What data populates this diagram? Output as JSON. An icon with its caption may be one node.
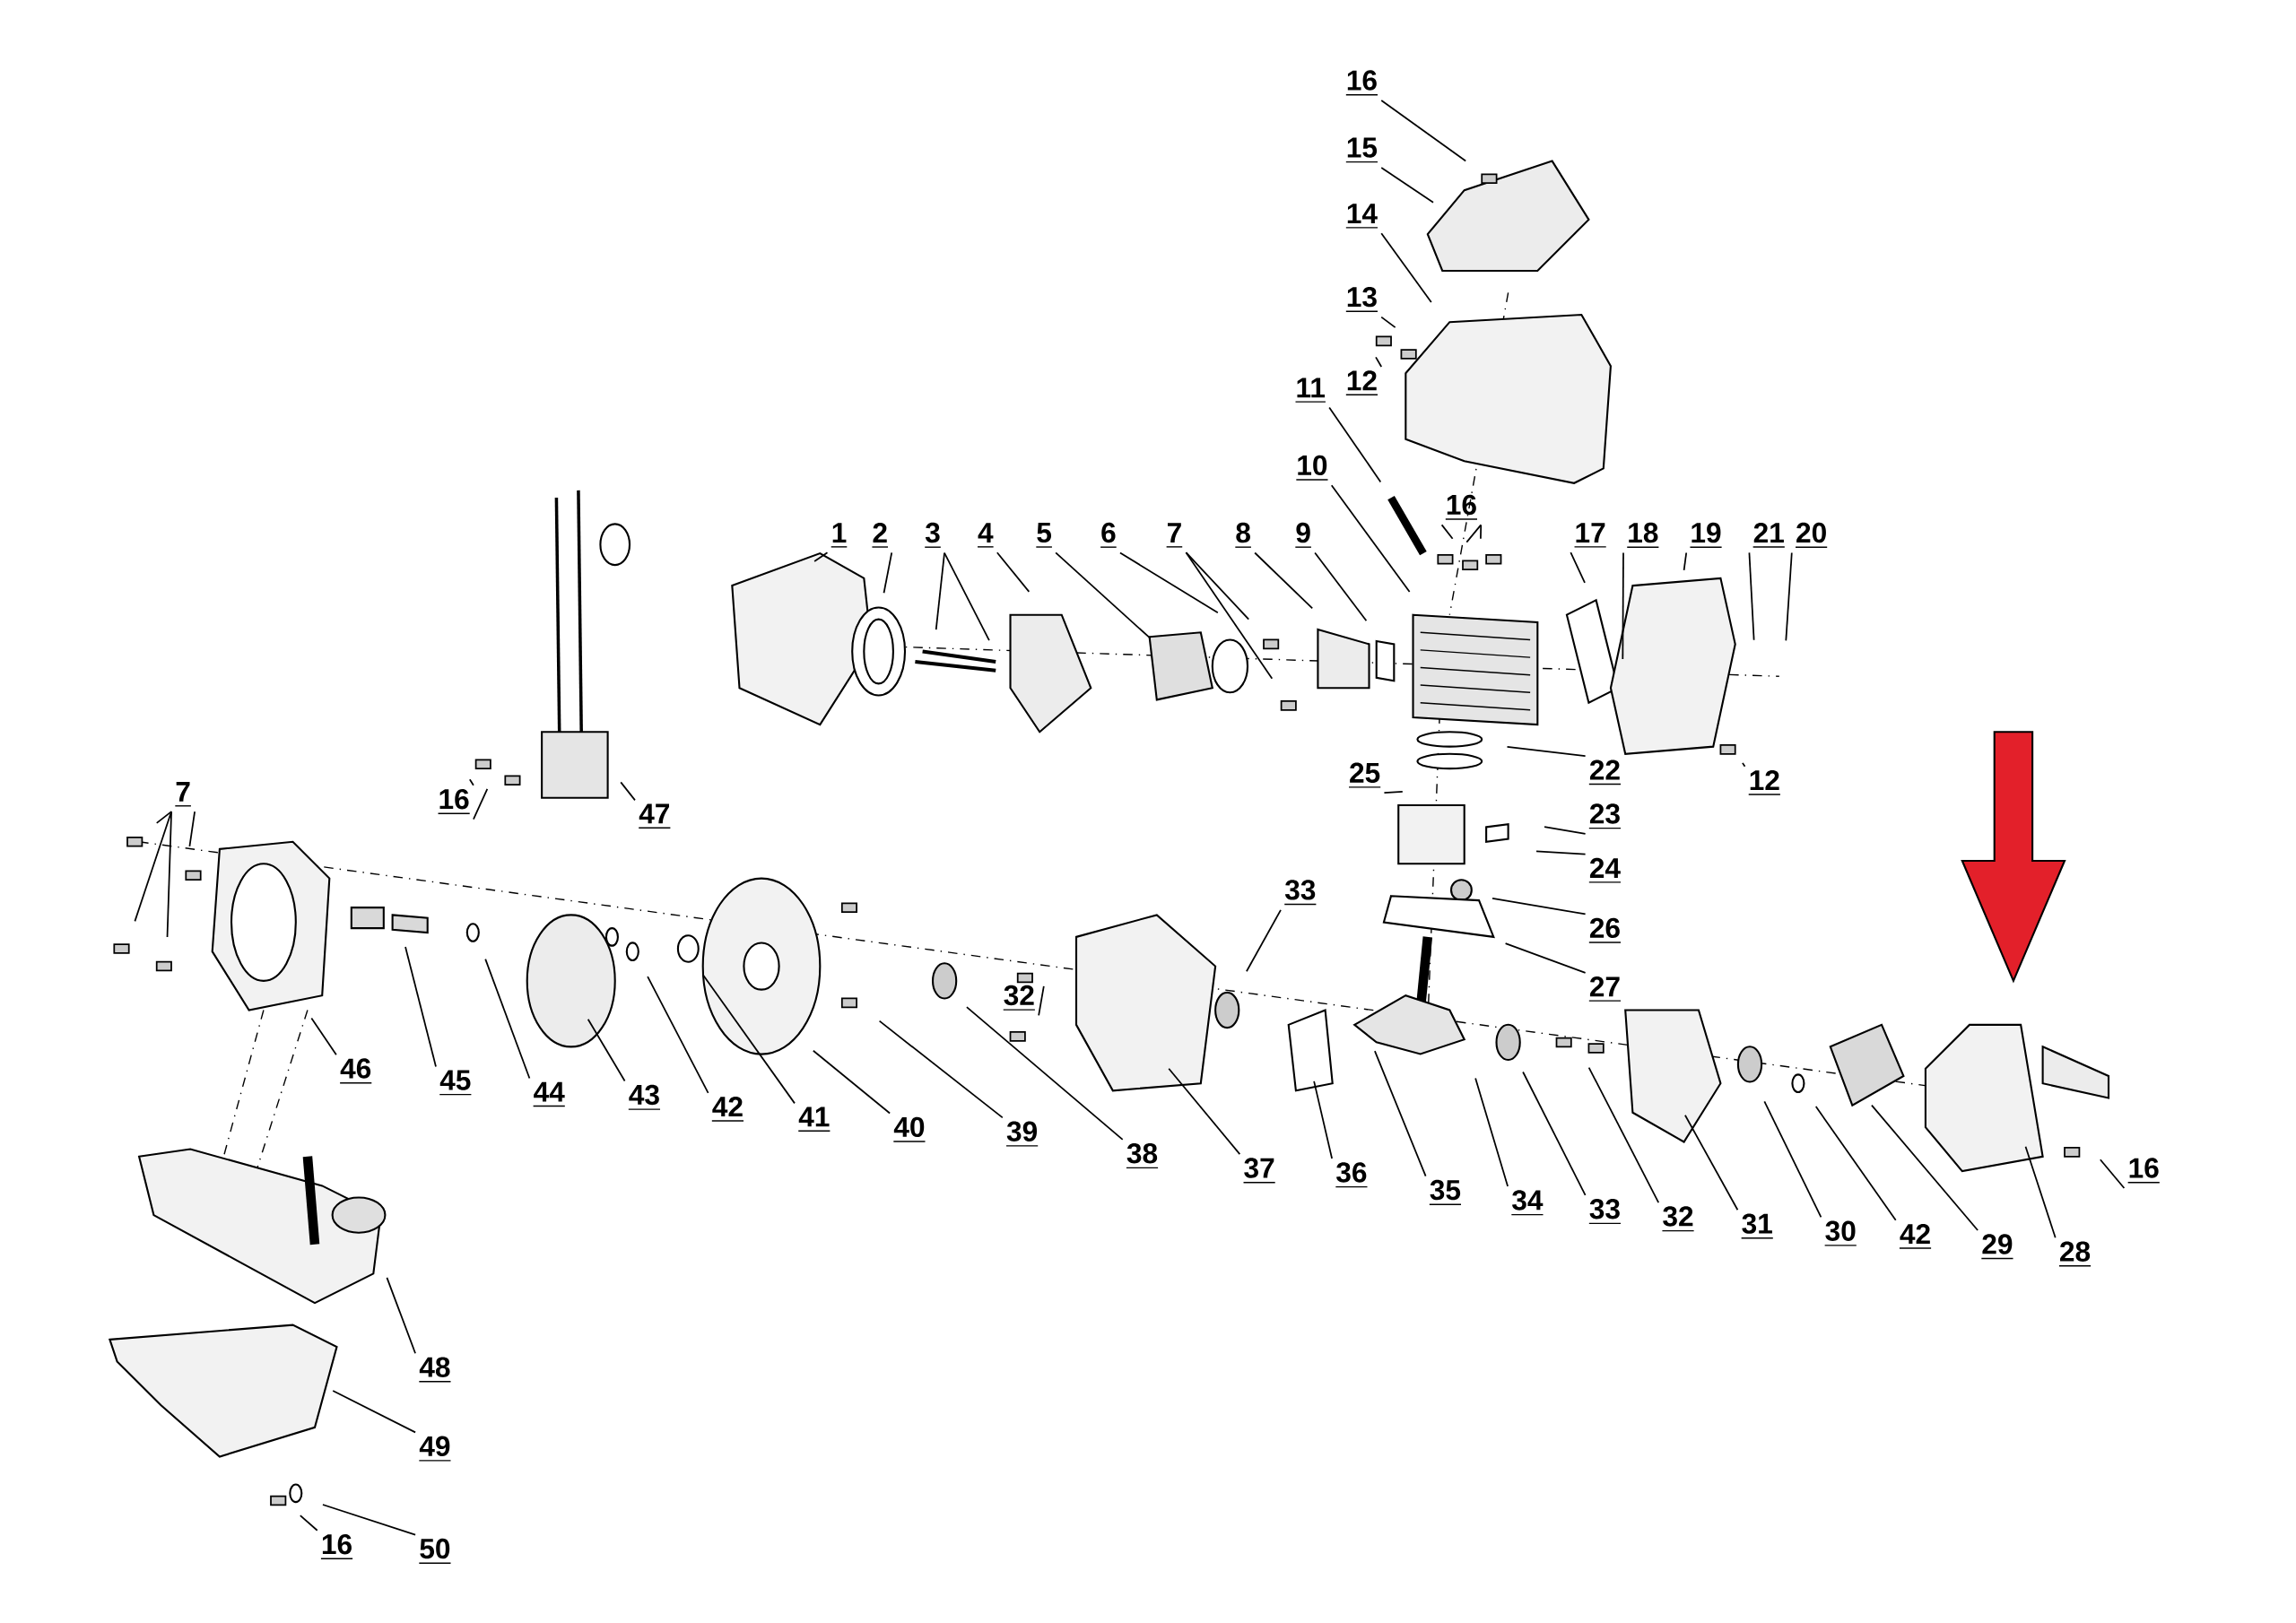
{
  "diagram": {
    "nodes": [
      {
        "text": [
          "16"
        ]
      },
      {
        "text": [
          "15"
        ]
      },
      {
        "text": [
          "14"
        ]
      },
      {
        "text": [
          "13"
        ]
      },
      {
        "text": [
          "12"
        ]
      },
      {
        "text": [
          "11"
        ]
      },
      {
        "text": [
          "10"
        ]
      },
      {
        "text": [
          "16"
        ]
      },
      {
        "text": [
          "1"
        ]
      },
      {
        "text": [
          "2"
        ]
      },
      {
        "text": [
          "3"
        ]
      },
      {
        "text": [
          "4"
        ]
      },
      {
        "text": [
          "5"
        ]
      },
      {
        "text": [
          "6"
        ]
      },
      {
        "text": [
          "7"
        ]
      },
      {
        "text": [
          "8"
        ]
      },
      {
        "text": [
          "9"
        ]
      },
      {
        "text": [
          "17"
        ]
      },
      {
        "text": [
          "18"
        ]
      },
      {
        "text": [
          "19"
        ]
      },
      {
        "text": [
          "21"
        ]
      },
      {
        "text": [
          "20"
        ]
      },
      {
        "text": [
          "22"
        ]
      },
      {
        "text": [
          "25"
        ]
      },
      {
        "text": [
          "12"
        ]
      },
      {
        "text": [
          "7"
        ]
      },
      {
        "text": [
          "16"
        ]
      },
      {
        "text": [
          "47"
        ]
      },
      {
        "text": [
          "23"
        ]
      },
      {
        "text": [
          "24"
        ]
      },
      {
        "text": [
          "33"
        ]
      },
      {
        "text": [
          "26"
        ]
      },
      {
        "text": [
          "27"
        ]
      },
      {
        "text": [
          "32"
        ]
      },
      {
        "text": [
          "46"
        ]
      },
      {
        "text": [
          "45"
        ]
      },
      {
        "text": [
          "44"
        ]
      },
      {
        "text": [
          "43"
        ]
      },
      {
        "text": [
          "42"
        ]
      },
      {
        "text": [
          "41"
        ]
      },
      {
        "text": [
          "40"
        ]
      },
      {
        "text": [
          "39"
        ]
      },
      {
        "text": [
          "38"
        ]
      },
      {
        "text": [
          "16"
        ]
      },
      {
        "text": [
          "37"
        ]
      },
      {
        "text": [
          "36"
        ]
      },
      {
        "text": [
          "35"
        ]
      },
      {
        "text": [
          "34"
        ]
      },
      {
        "text": [
          "33"
        ]
      },
      {
        "text": [
          "32"
        ]
      },
      {
        "text": [
          "31"
        ]
      },
      {
        "text": [
          "30"
        ]
      },
      {
        "text": [
          "42"
        ]
      },
      {
        "text": [
          "29"
        ]
      },
      {
        "text": [
          "28"
        ]
      },
      {
        "text": [
          "48"
        ]
      },
      {
        "text": [
          "49"
        ]
      },
      {
        "text": [
          "16"
        ]
      },
      {
        "text": [
          "50"
        ]
      }
    ],
    "edges": [
      {
        "from": 0,
        "to": null,
        "arrow": "none"
      },
      {
        "from": 1,
        "to": null,
        "arrow": "none"
      },
      {
        "from": 2,
        "to": null,
        "arrow": "none"
      },
      {
        "from": 3,
        "to": null,
        "arrow": "none"
      },
      {
        "from": 4,
        "to": null,
        "arrow": "none"
      },
      {
        "from": 5,
        "to": null,
        "arrow": "none"
      },
      {
        "from": 6,
        "to": null,
        "arrow": "none"
      },
      {
        "from": 7,
        "to": null,
        "arrow": "none"
      },
      {
        "from": 7,
        "to": null,
        "arrow": "none"
      },
      {
        "from": 7,
        "to": null,
        "arrow": "none"
      },
      {
        "from": 8,
        "to": null,
        "arrow": "none"
      },
      {
        "from": 9,
        "to": null,
        "arrow": "none"
      },
      {
        "from": 10,
        "to": null,
        "arrow": "none"
      },
      {
        "from": 10,
        "to": null,
        "arrow": "none"
      },
      {
        "from": 11,
        "to": null,
        "arrow": "none"
      },
      {
        "from": 12,
        "to": null,
        "arrow": "none"
      },
      {
        "from": 13,
        "to": null,
        "arrow": "none"
      },
      {
        "from": 14,
        "to": null,
        "arrow": "none"
      },
      {
        "from": 14,
        "to": null,
        "arrow": "none"
      },
      {
        "from": 15,
        "to": null,
        "arrow": "none"
      },
      {
        "from": 16,
        "to": null,
        "arrow": "none"
      },
      {
        "from": 17,
        "to": null,
        "arrow": "none"
      },
      {
        "from": 18,
        "to": null,
        "arrow": "none"
      },
      {
        "from": 19,
        "to": null,
        "arrow": "none"
      },
      {
        "from": 20,
        "to": null,
        "arrow": "none"
      },
      {
        "from": 21,
        "to": null,
        "arrow": "none"
      },
      {
        "from": 22,
        "to": null,
        "arrow": "none"
      },
      {
        "from": 23,
        "to": null,
        "arrow": "none"
      },
      {
        "from": 24,
        "to": null,
        "arrow": "none"
      },
      {
        "from": 25,
        "to": null,
        "arrow": "none"
      },
      {
        "from": 25,
        "to": null,
        "arrow": "none"
      },
      {
        "from": 25,
        "to": null,
        "arrow": "none"
      },
      {
        "from": 25,
        "to": null,
        "arrow": "none"
      },
      {
        "from": 26,
        "to": null,
        "arrow": "none"
      },
      {
        "from": 26,
        "to": null,
        "arrow": "none"
      },
      {
        "from": 27,
        "to": null,
        "arrow": "none"
      },
      {
        "from": 28,
        "to": null,
        "arrow": "none"
      },
      {
        "from": 29,
        "to": null,
        "arrow": "none"
      },
      {
        "from": 30,
        "to": null,
        "arrow": "none"
      },
      {
        "from": 31,
        "to": null,
        "arrow": "none"
      },
      {
        "from": 32,
        "to": null,
        "arrow": "none"
      },
      {
        "from": 33,
        "to": null,
        "arrow": "none"
      },
      {
        "from": 34,
        "to": null,
        "arrow": "none"
      },
      {
        "from": 35,
        "to": null,
        "arrow": "none"
      },
      {
        "from": 36,
        "to": null,
        "arrow": "none"
      },
      {
        "from": 37,
        "to": null,
        "arrow": "none"
      },
      {
        "from": 38,
        "to": null,
        "arrow": "none"
      },
      {
        "from": 39,
        "to": null,
        "arrow": "none"
      },
      {
        "from": 40,
        "to": null,
        "arrow": "none"
      },
      {
        "from": 41,
        "to": null,
        "arrow": "none"
      },
      {
        "from": 42,
        "to": null,
        "arrow": "none"
      },
      {
        "from": 43,
        "to": null,
        "arrow": "none"
      },
      {
        "from": 44,
        "to": null,
        "arrow": "none"
      },
      {
        "from": 45,
        "to": null,
        "arrow": "none"
      },
      {
        "from": 46,
        "to": null,
        "arrow": "none"
      },
      {
        "from": 47,
        "to": null,
        "arrow": "none"
      },
      {
        "from": 48,
        "to": null,
        "arrow": "none"
      },
      {
        "from": 49,
        "to": null,
        "arrow": "none"
      },
      {
        "from": 50,
        "to": null,
        "arrow": "none"
      },
      {
        "from": 51,
        "to": null,
        "arrow": "none"
      },
      {
        "from": 52,
        "to": null,
        "arrow": "none"
      },
      {
        "from": 53,
        "to": null,
        "arrow": "none"
      },
      {
        "from": 54,
        "to": null,
        "arrow": "none"
      },
      {
        "from": 55,
        "to": null,
        "arrow": "none"
      },
      {
        "from": 56,
        "to": null,
        "arrow": "none"
      },
      {
        "from": 57,
        "to": null,
        "arrow": "none"
      },
      {
        "from": 58,
        "to": null,
        "arrow": "none"
      }
    ]
  }
}
